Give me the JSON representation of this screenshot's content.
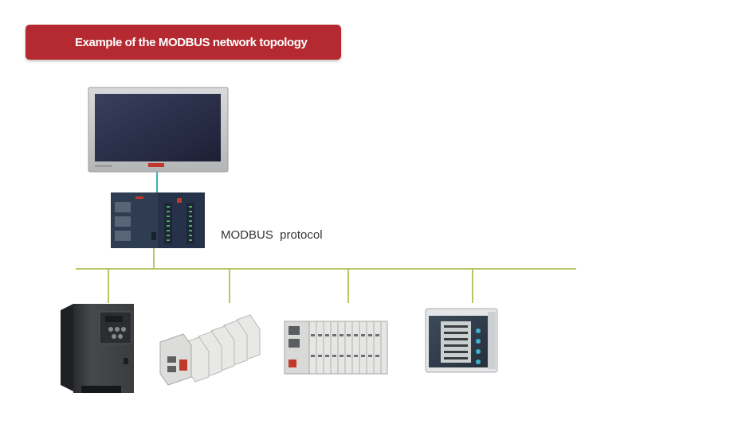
{
  "banner": {
    "title": "Example of the MODBUS network topology"
  },
  "network": {
    "protocol_label": "MODBUS  protocol"
  },
  "colors": {
    "banner": "#b52a30",
    "bus": "#b5c962",
    "link": "#3fb2b4"
  },
  "devices": [
    {
      "id": "hmi",
      "icon": "hmi-touchscreen-icon"
    },
    {
      "id": "plc",
      "icon": "plc-controller-icon"
    },
    {
      "id": "vfd",
      "icon": "frequency-inverter-icon"
    },
    {
      "id": "io-slices",
      "icon": "io-slice-modules-icon"
    },
    {
      "id": "io-coupler",
      "icon": "io-coupler-module-icon"
    },
    {
      "id": "power-meter",
      "icon": "power-meter-icon"
    }
  ]
}
